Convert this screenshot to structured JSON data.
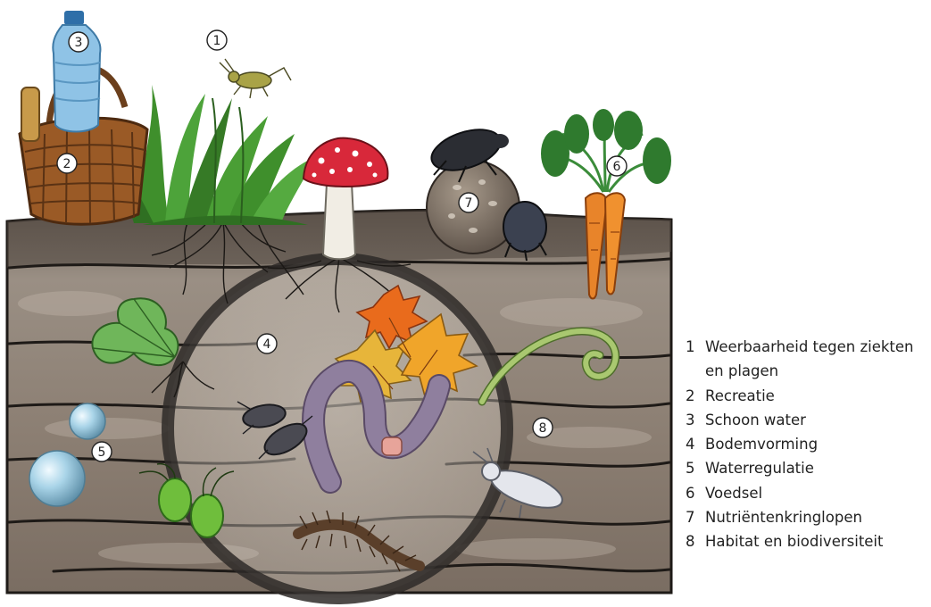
{
  "markers": [
    {
      "number": "1",
      "label": "Weerbaarheid tegen ziekten\nen plagen"
    },
    {
      "number": "2",
      "label": "Recreatie"
    },
    {
      "number": "3",
      "label": "Schoon water"
    },
    {
      "number": "4",
      "label": "Bodemvorming"
    },
    {
      "number": "5",
      "label": "Waterregulatie"
    },
    {
      "number": "6",
      "label": "Voedsel"
    },
    {
      "number": "7",
      "label": "Nutriëntenkringlopen"
    },
    {
      "number": "8",
      "label": "Habitat en biodiversiteit"
    }
  ],
  "colors": {
    "soil_dark": "#3b342f",
    "soil_mid": "#8a7d72",
    "soil_light": "#b7aca1",
    "grass": "#3f8f2c",
    "mushroom_cap": "#d8283a",
    "carrot": "#e8842a",
    "worm": "#8f7f9e",
    "leaf_orange": "#e96b1c",
    "leaf_yellow": "#e7b53a",
    "water_drop": "#a9d4e8",
    "circle_ring": "#2e2a28"
  }
}
